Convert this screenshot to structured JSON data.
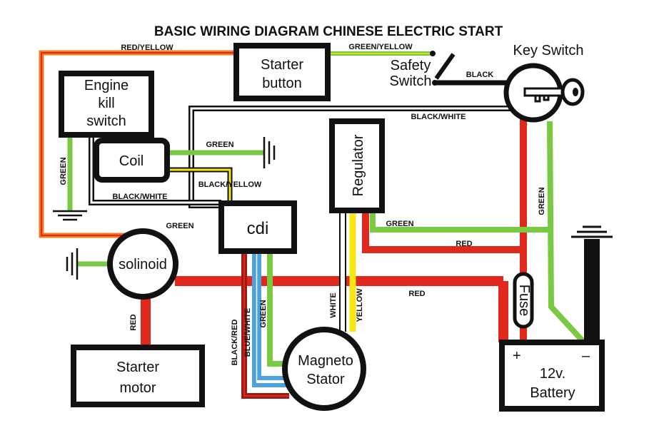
{
  "title": "BASIC WIRING DIAGRAM CHINESE ELECTRIC START",
  "components": {
    "starter_button": [
      "Starter",
      "button"
    ],
    "engine_kill_switch": [
      "Engine",
      "kill",
      "switch"
    ],
    "coil": "Coil",
    "cdi": "cdi",
    "regulator": "Regulator",
    "solenoid": "solinoid",
    "starter_motor": [
      "Starter",
      "motor"
    ],
    "magneto_stator": [
      "Magneto",
      "Stator"
    ],
    "battery": [
      "12v.",
      "Battery"
    ],
    "battery_plus": "+",
    "battery_minus": "–",
    "key_switch": "Key Switch",
    "safety_switch": [
      "Safety",
      "Switch"
    ],
    "fuse": "Fuse"
  },
  "wire_labels": {
    "red_yellow": "RED/YELLOW",
    "green_yellow": "GREEN/YELLOW",
    "black": "BLACK",
    "black_white_top": "BLACK/WHITE",
    "green_coil": "GREEN",
    "black_yellow": "BLACK/YELLOW",
    "green_kill": "GREEN",
    "black_white_kill": "BLACK/WHITE",
    "green_solenoid": "GREEN",
    "green_regulator": "GREEN",
    "red_regulator": "RED",
    "red_main": "RED",
    "red_starter": "RED",
    "green_key": "GREEN",
    "black_red": "BLACK/RED",
    "blue_white": "BLUE/WHITE",
    "green_stator": "GREEN",
    "white": "WHITE",
    "yellow": "YELLOW"
  },
  "colors": {
    "red": "#e0281d",
    "dark_red": "#9b1c14",
    "green": "#7ac943",
    "yellow": "#f5e614",
    "orange": "#f07a22",
    "blue": "#4aa3df",
    "black": "#111111",
    "white": "#ffffff"
  }
}
